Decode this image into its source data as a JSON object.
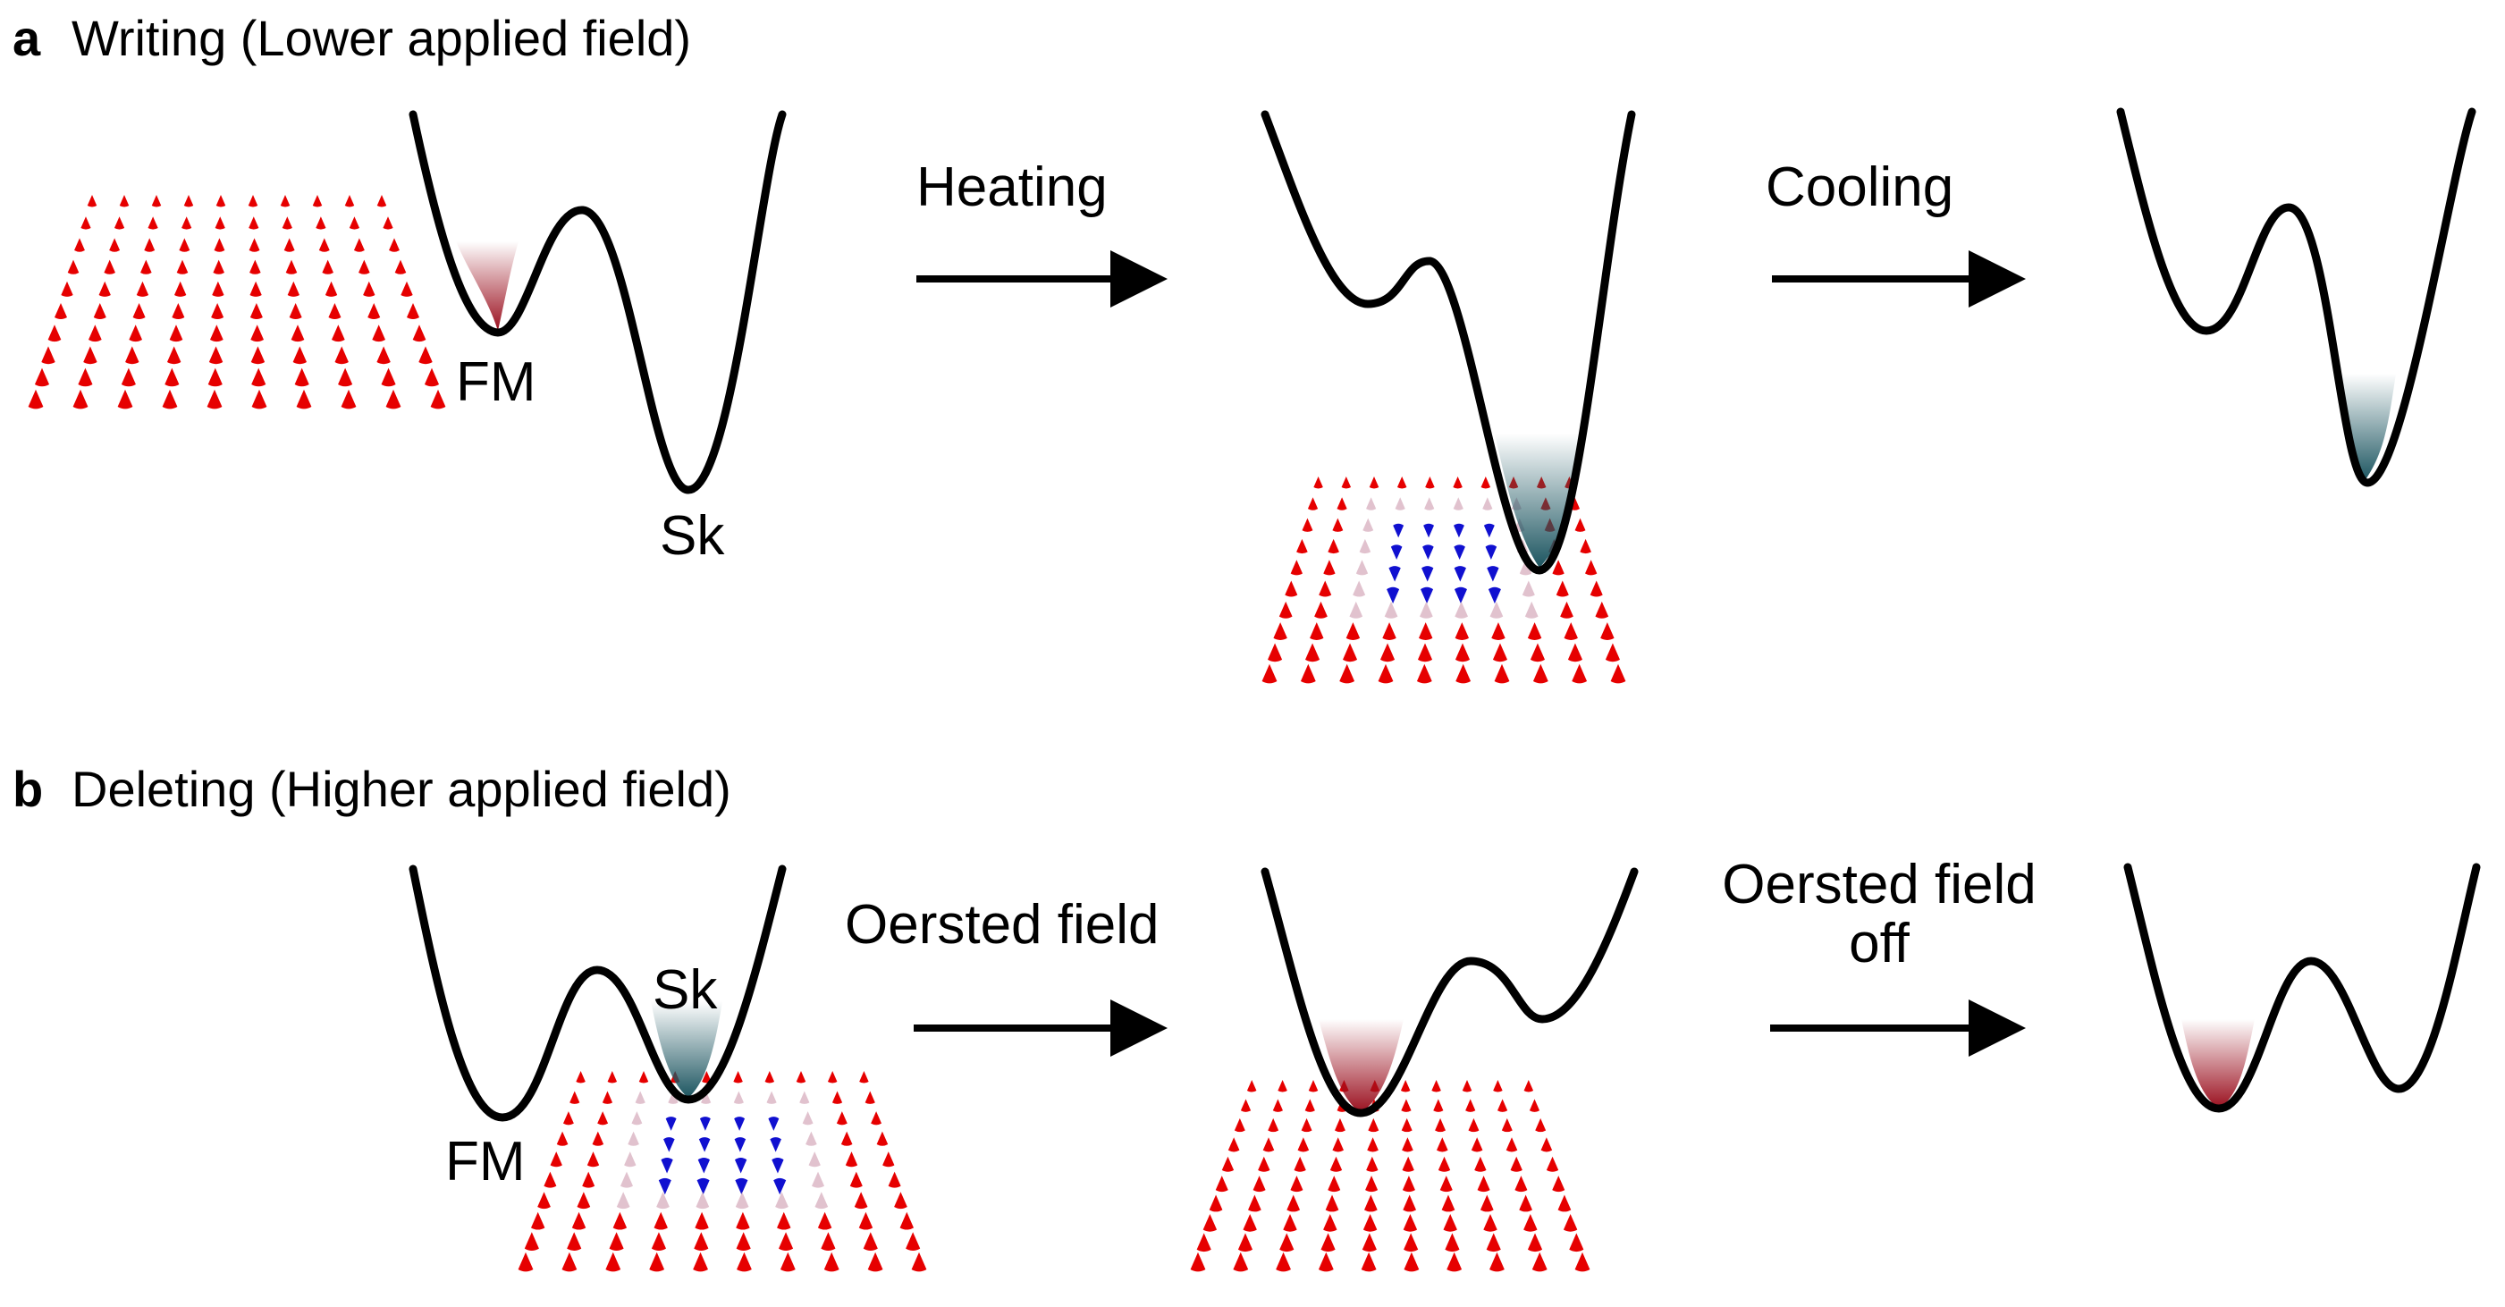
{
  "panels": [
    {
      "letter": "a",
      "title": "Writing (Lower applied field)",
      "arrows": [
        "Heating",
        "Cooling"
      ],
      "state_labels": {
        "fm": "FM",
        "sk": "Sk"
      }
    },
    {
      "letter": "b",
      "title": "Deleting (Higher applied field)",
      "arrows": [
        "Oersted field",
        "Oersted field off"
      ],
      "state_labels": {
        "fm": "FM",
        "sk": "Sk"
      }
    }
  ],
  "colors": {
    "fm_spin": "#e60000",
    "sk_spin": "#1010d0",
    "fm_fill": "#9a0f1e",
    "sk_fill": "#1c5560"
  }
}
